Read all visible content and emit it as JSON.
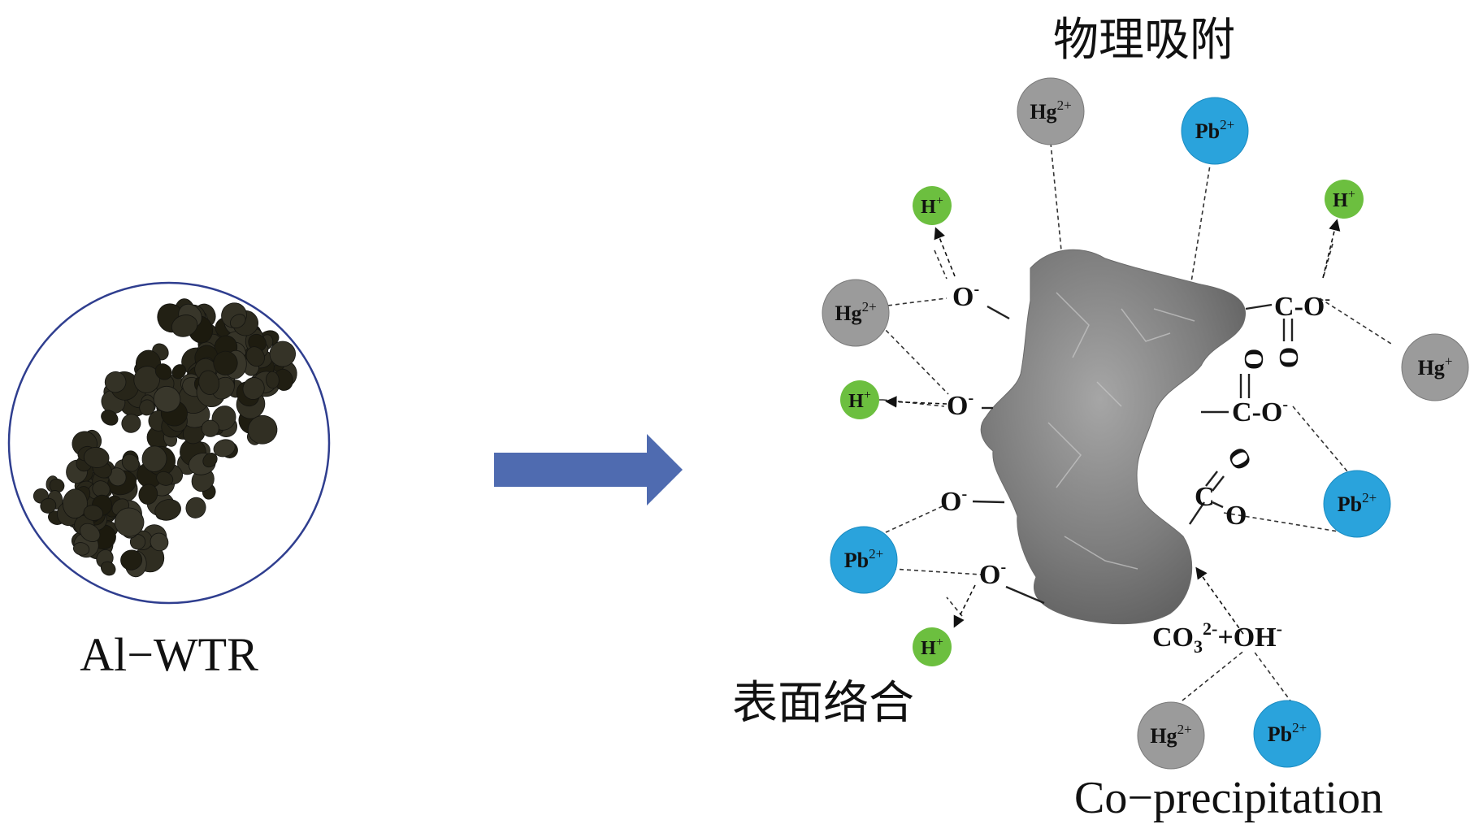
{
  "left_caption": "Al−WTR",
  "labels": {
    "physical_adsorption": "物理吸附",
    "surface_complexation": "表面络合",
    "co_precipitation": "Co−precipitation"
  },
  "ions": {
    "hg2_sym": "Hg",
    "hg2_charge": "2+",
    "pb2_sym": "Pb",
    "pb2_charge": "2+",
    "h_sym": "H",
    "h_charge": "+",
    "hg1_sym": "Hg",
    "hg1_charge": "+"
  },
  "groups": {
    "o_minus": "O",
    "minus": "-",
    "carboxyl_c": "C",
    "carboxyl_o": "O",
    "carboxyl_dash": "-",
    "double_o": "O",
    "co3_oh": "CO",
    "co3_sub": "3",
    "co3_sup": "2-",
    "plus_oh": "+OH",
    "oh_sup": "-"
  },
  "colors": {
    "hg_fill": "#9b9b9b",
    "pb_fill": "#2aa3dc",
    "h_fill": "#6cbf3f",
    "arrow_fill": "#4f6bb0",
    "circle_stroke": "#2f3e8f",
    "particle_fill": "#7a7a7a"
  }
}
